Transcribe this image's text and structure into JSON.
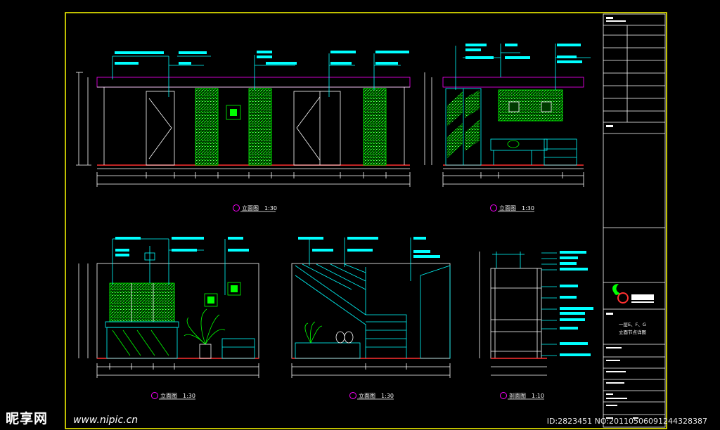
{
  "drawing": {
    "views": [
      {
        "id": "a",
        "label": "立面图",
        "scale": "1:30"
      },
      {
        "id": "b",
        "label": "立面图",
        "scale": "1:30"
      },
      {
        "id": "c",
        "label": "立面图",
        "scale": "1:30"
      },
      {
        "id": "d",
        "label": "立面图",
        "scale": "1:30"
      },
      {
        "id": "e",
        "label": "剖面图",
        "scale": "1:10"
      }
    ]
  },
  "title_block": {
    "project_lines": [
      "一层E、F、G",
      "立面节点详图"
    ]
  },
  "watermark": {
    "site_name": "昵享网",
    "url": "www.nipic.cn",
    "image_id": "ID:2823451 NO:20110506091244328387"
  },
  "colors": {
    "background": "#000000",
    "frame": "#ffff00",
    "line": "#ffffff",
    "cyan": "#00ffff",
    "green": "#00ff00",
    "magenta": "#ff00ff",
    "red": "#ff3030"
  }
}
